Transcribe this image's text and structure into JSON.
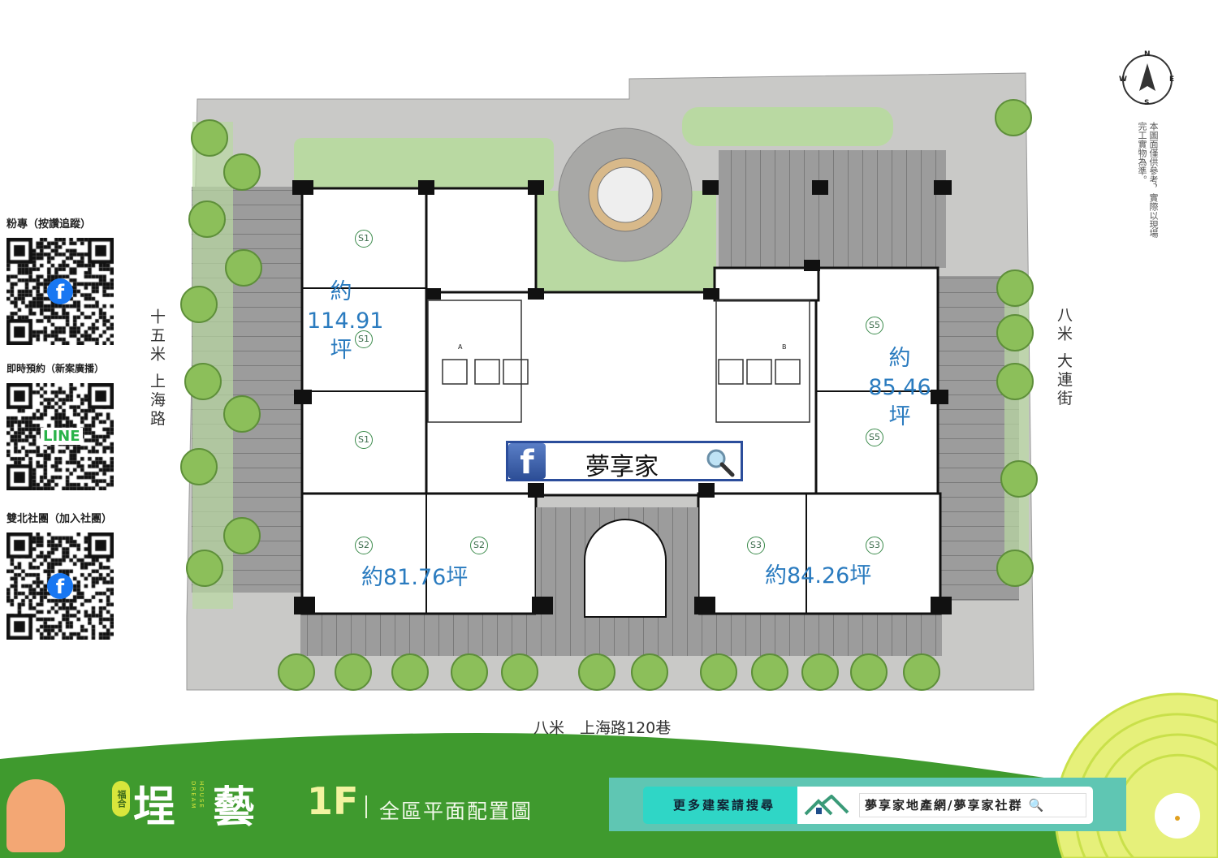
{
  "qr_panels": [
    {
      "title": "粉專（按讚追蹤）",
      "badge": "f",
      "badge_color": "#1877f2"
    },
    {
      "title": "即時預約（新案廣播）",
      "badge": "LINE",
      "badge_color": "#2ab34a"
    },
    {
      "title": "雙北社團（加入社團）",
      "badge": "f",
      "badge_color": "#1877f2"
    }
  ],
  "streets": {
    "left": "十五米 上海路",
    "right": "八米 大連街",
    "bottom": "八米　上海路120巷"
  },
  "compass": {
    "n": "N",
    "e": "E",
    "s": "S",
    "w": "W"
  },
  "disclaimer": "本圖面僅供參考，實際以現場完工實物為準。",
  "units": {
    "s1": "S1",
    "s2": "S2",
    "s3": "S3",
    "s5": "S5",
    "stair_a": "A",
    "stair_b": "B"
  },
  "areas": {
    "s1_line1": "約",
    "s1_line2": "114.91",
    "s1_line3": "坪",
    "s5_line1": "約",
    "s5_line2": "85.46",
    "s5_line3": "坪",
    "s2": "約81.76坪",
    "s3": "約84.26坪"
  },
  "fb_search": {
    "icon": "f",
    "text": "夢享家"
  },
  "footer": {
    "brand_small": "福合",
    "brand_char1": "埕",
    "brand_char2": "藝",
    "brand_en1": "DREAM",
    "brand_en2": "HOUSE",
    "floor": "1F",
    "plan_title": "全區平面配置圖"
  },
  "banner": {
    "label": "更多建案請搜尋",
    "search_text": "夢享家地產網/夢享家社群"
  },
  "colors": {
    "area_blue": "#2a7bbf",
    "footer_green": "#3f9a2e",
    "banner_teal": "#5fc6b3"
  }
}
